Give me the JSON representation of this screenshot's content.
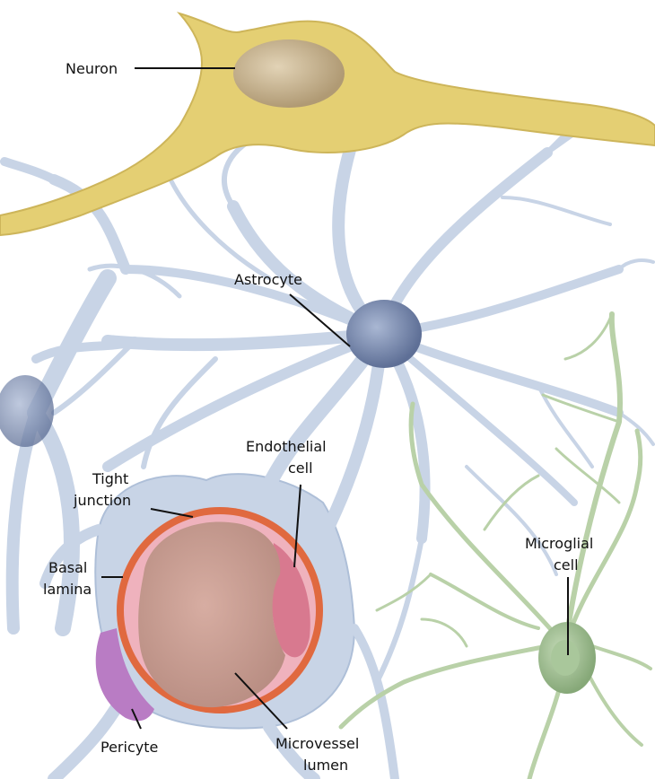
{
  "labels": {
    "neuron": "Neuron",
    "astrocyte": "Astrocyte",
    "endothelial_1": "Endothelial",
    "endothelial_2": "cell",
    "tight_1": "Tight",
    "tight_2": "junction",
    "basal_1": "Basal",
    "basal_2": "lamina",
    "microglial_1": "Microglial",
    "microglial_2": "cell",
    "pericyte": "Pericyte",
    "lumen_1": "Microvessel",
    "lumen_2": "lumen"
  },
  "colors": {
    "neuron": "#e4cf73",
    "neuron_nucleus": "#c9b48c",
    "astrocyte": "#c8d4e6",
    "astrocyte_body": "#7d8fb3",
    "microglia": "#b9d1a8",
    "microglia_body": "#9ebf92",
    "basal_lamina": "#e0693f",
    "endothelium": "#efb2bd",
    "lumen": "#c99a8e",
    "pericyte": "#b97cc4"
  }
}
